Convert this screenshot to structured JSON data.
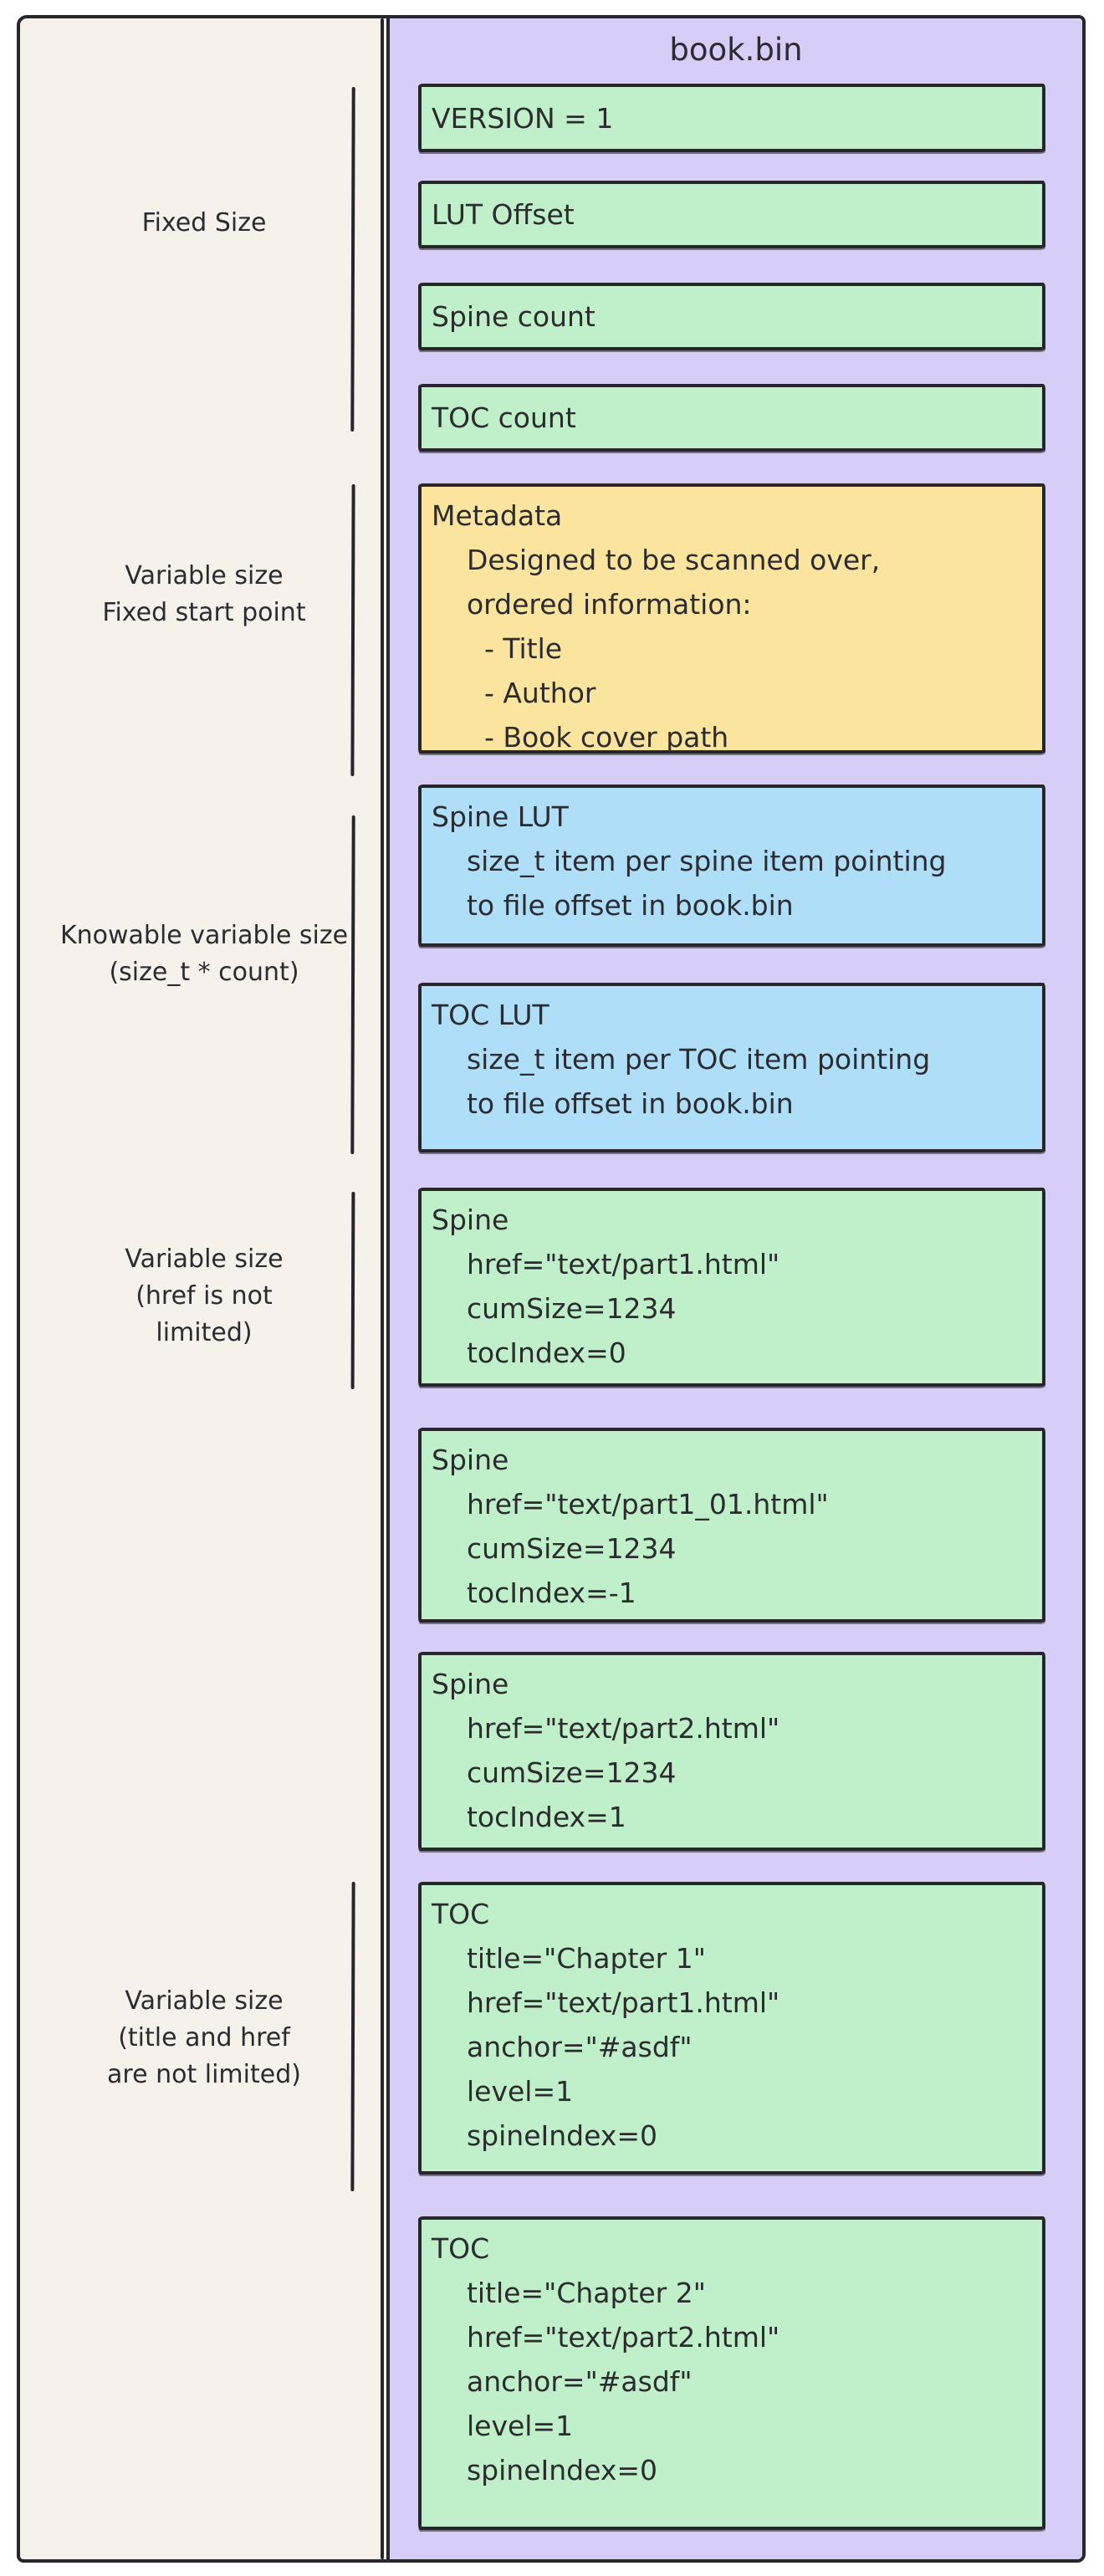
{
  "colors": {
    "ink": "#26262b",
    "cream": "#f6f1ea",
    "purple": "#d6cef7",
    "green": "#c0f0c9",
    "yellow": "#fbe49e",
    "blue": "#aedef8",
    "text": "#2b2b30",
    "page": "#ffffff"
  },
  "panel": {
    "title": "book.bin",
    "blocks": [
      {
        "id": "version",
        "text": "VERSION = 1"
      },
      {
        "id": "lut-offset",
        "text": "LUT Offset"
      },
      {
        "id": "spine-count",
        "text": "Spine count"
      },
      {
        "id": "toc-count",
        "text": "TOC count"
      },
      {
        "id": "metadata",
        "text": "Metadata\n    Designed to be scanned over,\n    ordered information:\n      - Title\n      - Author\n      - Book cover path"
      },
      {
        "id": "spine-lut",
        "text": "Spine LUT\n    size_t item per spine item pointing\n    to file offset in book.bin"
      },
      {
        "id": "toc-lut",
        "text": "TOC LUT\n    size_t item per TOC item pointing\n    to file offset in book.bin"
      },
      {
        "id": "spine-1",
        "text": "Spine\n    href=\"text/part1.html\"\n    cumSize=1234\n    tocIndex=0"
      },
      {
        "id": "spine-2",
        "text": "Spine\n    href=\"text/part1_01.html\"\n    cumSize=1234\n    tocIndex=-1"
      },
      {
        "id": "spine-3",
        "text": "Spine\n    href=\"text/part2.html\"\n    cumSize=1234\n    tocIndex=1"
      },
      {
        "id": "toc-1",
        "text": "TOC\n    title=\"Chapter 1\"\n    href=\"text/part1.html\"\n    anchor=\"#asdf\"\n    level=1\n    spineIndex=0"
      },
      {
        "id": "toc-2",
        "text": "TOC\n    title=\"Chapter 2\"\n    href=\"text/part2.html\"\n    anchor=\"#asdf\"\n    level=1\n    spineIndex=0"
      }
    ]
  },
  "left_labels": [
    {
      "id": "fixed-size",
      "text": "Fixed Size"
    },
    {
      "id": "variable-fixed-start",
      "text": "Variable size\nFixed start point"
    },
    {
      "id": "knowable-variable",
      "text": "Knowable variable size\n(size_t * count)"
    },
    {
      "id": "variable-href",
      "text": "Variable size\n(href is not\nlimited)"
    },
    {
      "id": "variable-title-href",
      "text": "Variable size\n(title and href\nare not limited)"
    }
  ]
}
